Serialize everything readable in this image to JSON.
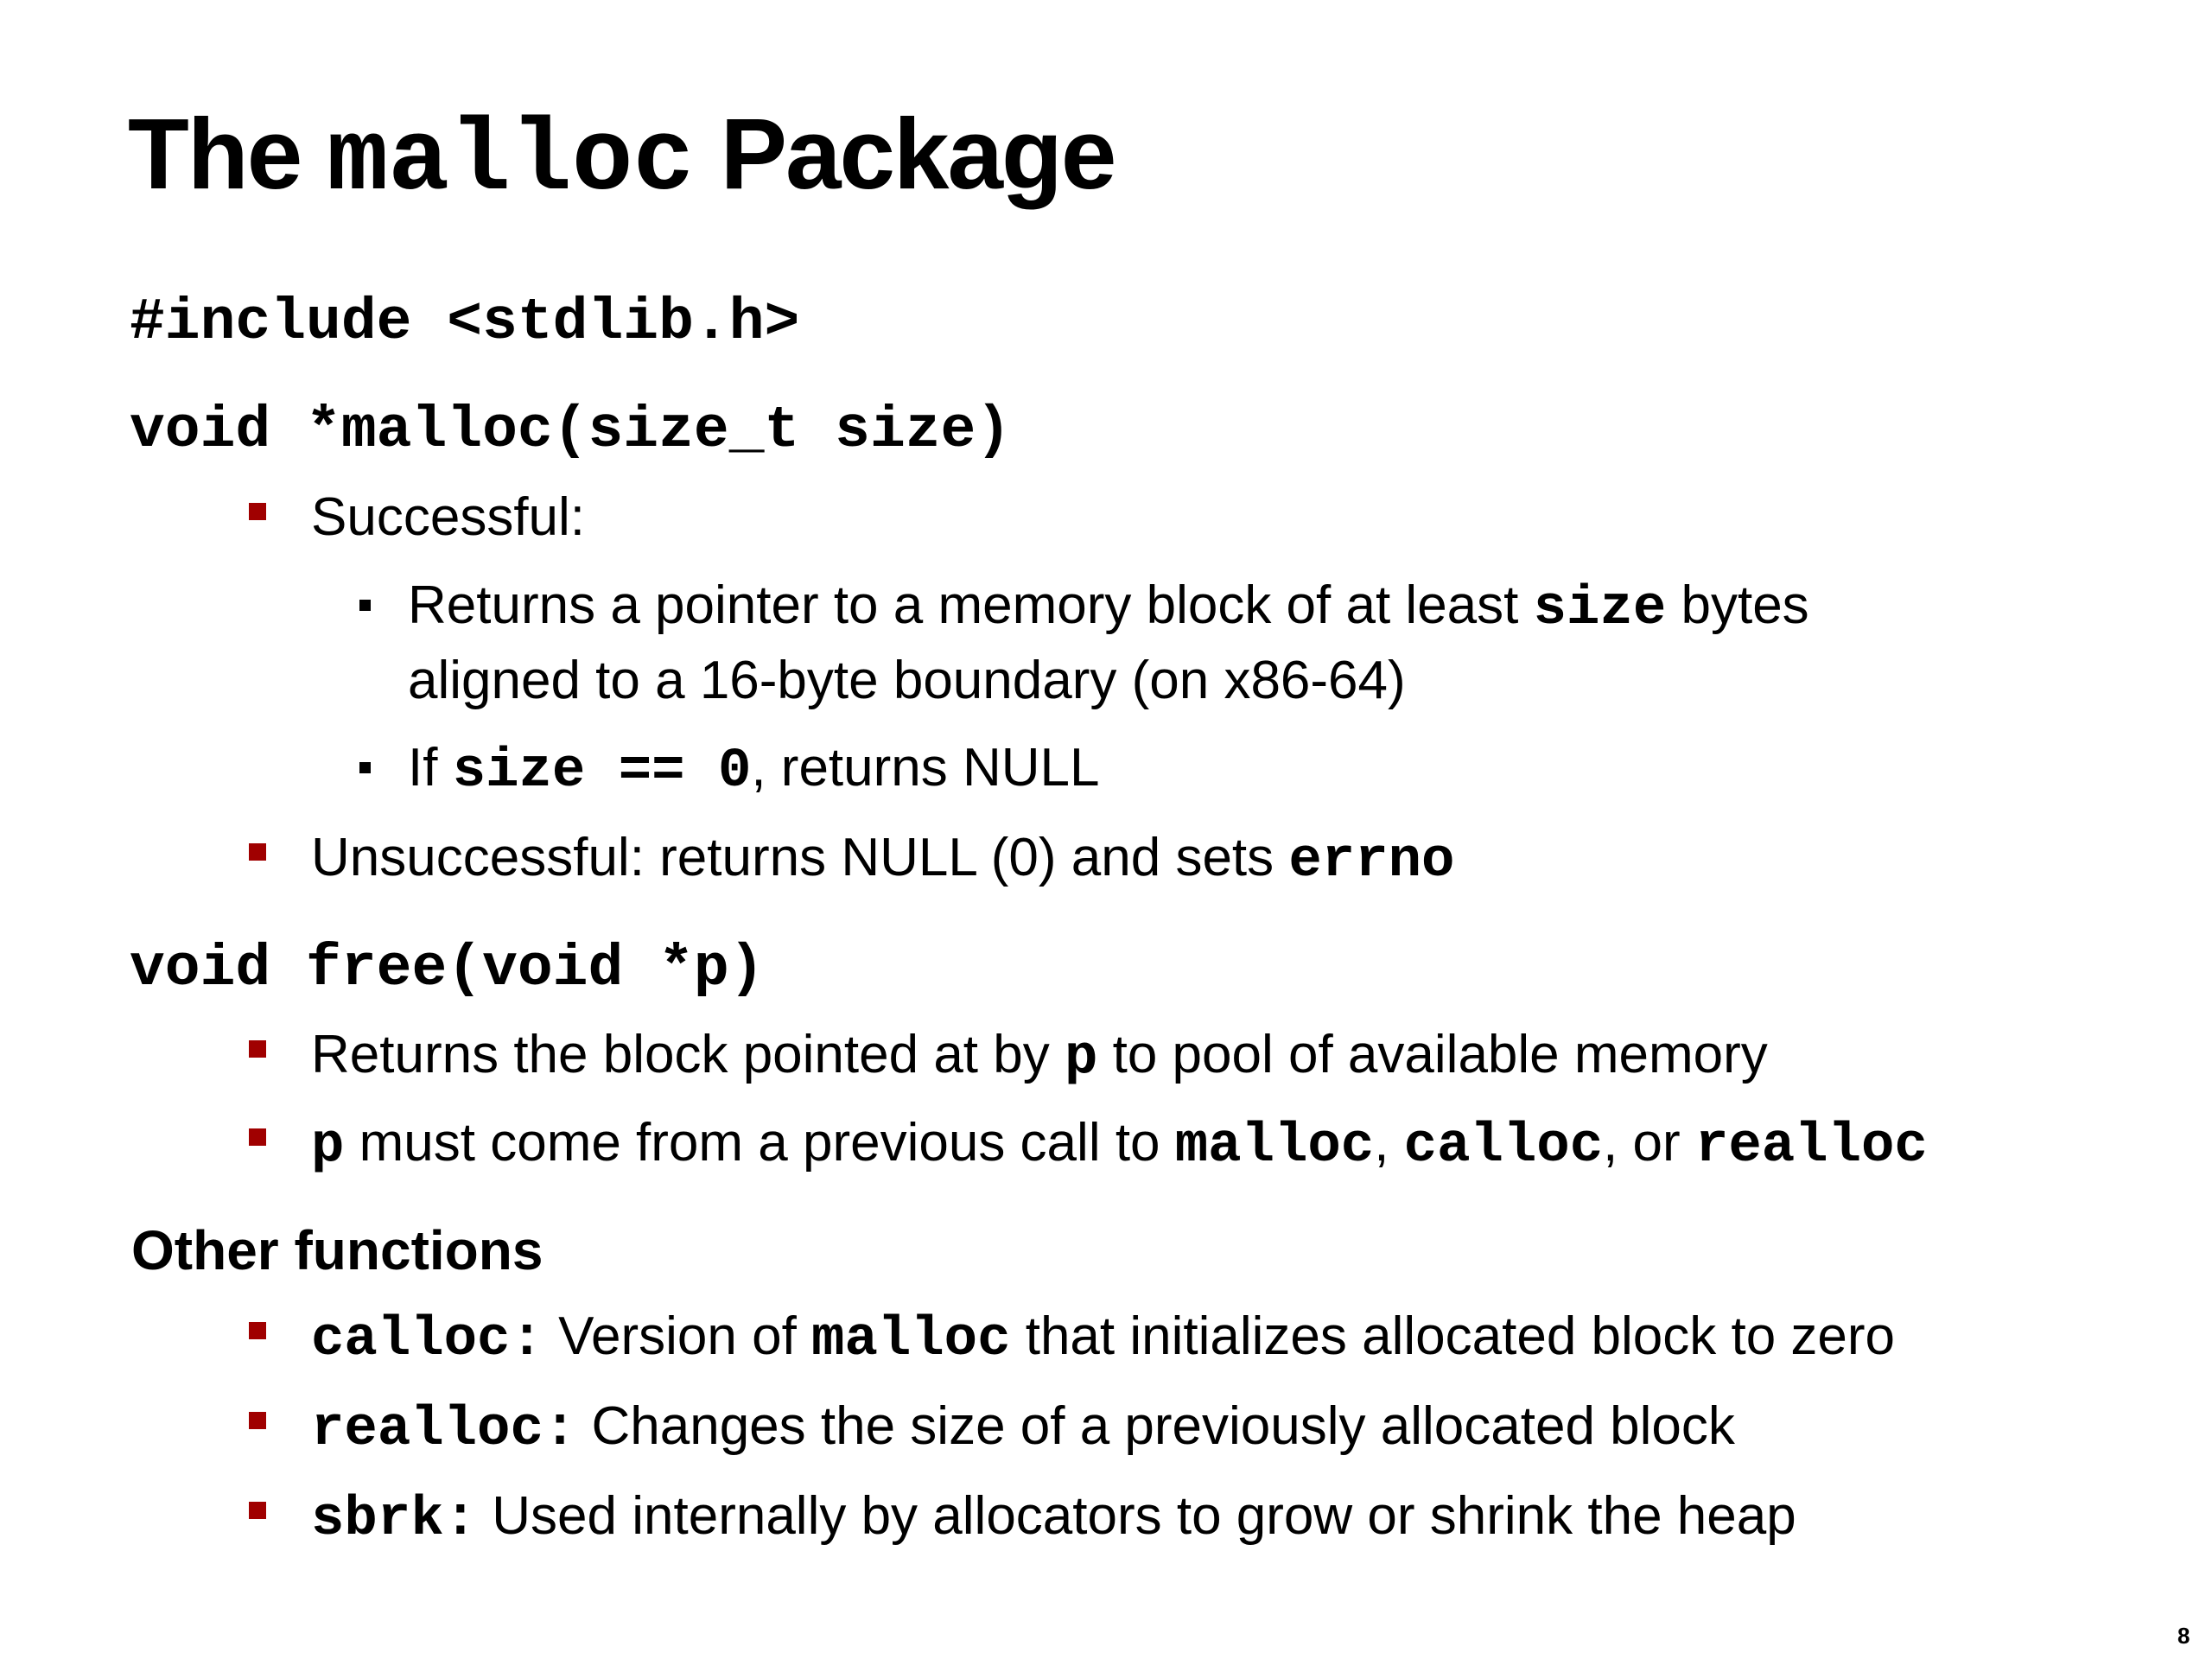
{
  "slide": {
    "title": {
      "prefix": "The",
      "code": "malloc",
      "suffix": "Package"
    },
    "include_line": "#include <stdlib.h>",
    "malloc_signature": "void *malloc(size_t size)",
    "malloc_bullets": {
      "successful": "Successful:",
      "returns_pointer": {
        "text_before": "Returns a pointer to a memory block of at least",
        "code": "size",
        "text_after": "bytes",
        "continuation": "aligned to a 16-byte boundary (on x86-64)"
      },
      "size_zero": {
        "text_before": "If",
        "code": "size == 0",
        "text_after": ", returns NULL"
      },
      "unsuccessful": {
        "text_before": "Unsuccessful: returns NULL (0) and sets",
        "code": "errno"
      }
    },
    "free_signature": "void free(void *p)",
    "free_bullets": {
      "returns_block": {
        "text_before": "Returns the block pointed at by",
        "code": "p",
        "text_after": "to pool of available memory"
      },
      "must_come_from": {
        "code_p": "p",
        "text_1": "must come from a previous call to",
        "code_malloc": "malloc",
        "sep_1": ",",
        "code_calloc": "calloc",
        "sep_2": ", or",
        "code_realloc": "realloc"
      }
    },
    "other_functions_heading": "Other functions",
    "other_bullets": {
      "calloc": {
        "code": "calloc:",
        "text_before": "Version of",
        "code_malloc": "malloc",
        "text_after": "that initializes allocated block to zero"
      },
      "realloc": {
        "code": "realloc:",
        "text": "Changes the size of a previously allocated block"
      },
      "sbrk": {
        "code": "sbrk:",
        "text": "Used internally by allocators to grow or shrink the heap"
      }
    },
    "page_number": "8"
  },
  "colors": {
    "bullet_level1": "#a00000",
    "bullet_level2": "#000000",
    "text": "#000000",
    "background": "#ffffff"
  }
}
